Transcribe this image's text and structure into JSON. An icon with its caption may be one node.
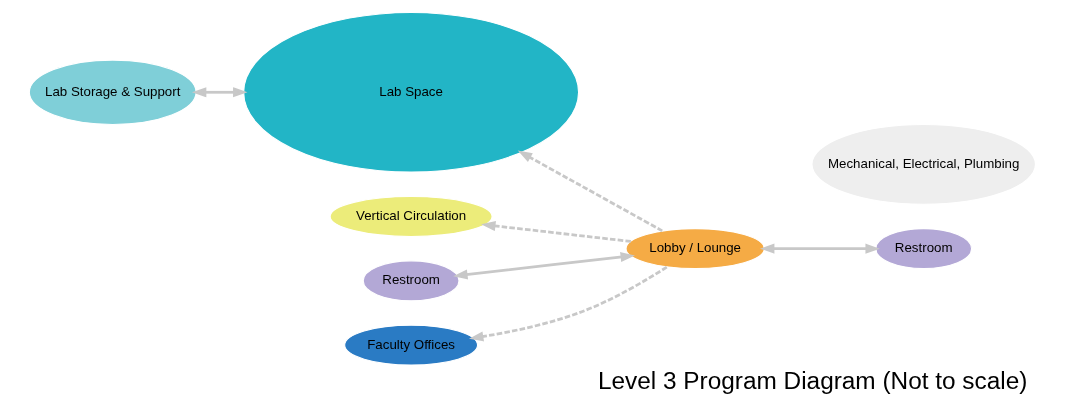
{
  "diagram": {
    "caption": "Level 3 Program Diagram (Not to scale)",
    "nodes": [
      {
        "text": [
          "Lab Storage & Support"
        ]
      },
      {
        "text": [
          "Lab Space"
        ]
      },
      {
        "text": [
          "Mechanical, Electrical, Plumbing"
        ]
      },
      {
        "text": [
          "Vertical Circulation"
        ]
      },
      {
        "text": [
          "Restroom"
        ]
      },
      {
        "text": [
          "Lobby / Lounge"
        ]
      },
      {
        "text": [
          "Restroom"
        ]
      },
      {
        "text": [
          "Faculty Offices"
        ]
      }
    ],
    "edges": [
      {
        "from": 1,
        "to": 0,
        "arrow": "both"
      },
      {
        "from": 5,
        "to": 1,
        "arrow": "to",
        "style": "dashed"
      },
      {
        "from": 5,
        "to": 3,
        "arrow": "to",
        "style": "dashed"
      },
      {
        "from": 5,
        "to": 4,
        "arrow": "both"
      },
      {
        "from": 6,
        "to": 5,
        "arrow": "both"
      },
      {
        "from": 5,
        "to": 7,
        "arrow": "to",
        "style": "dashed"
      }
    ]
  }
}
